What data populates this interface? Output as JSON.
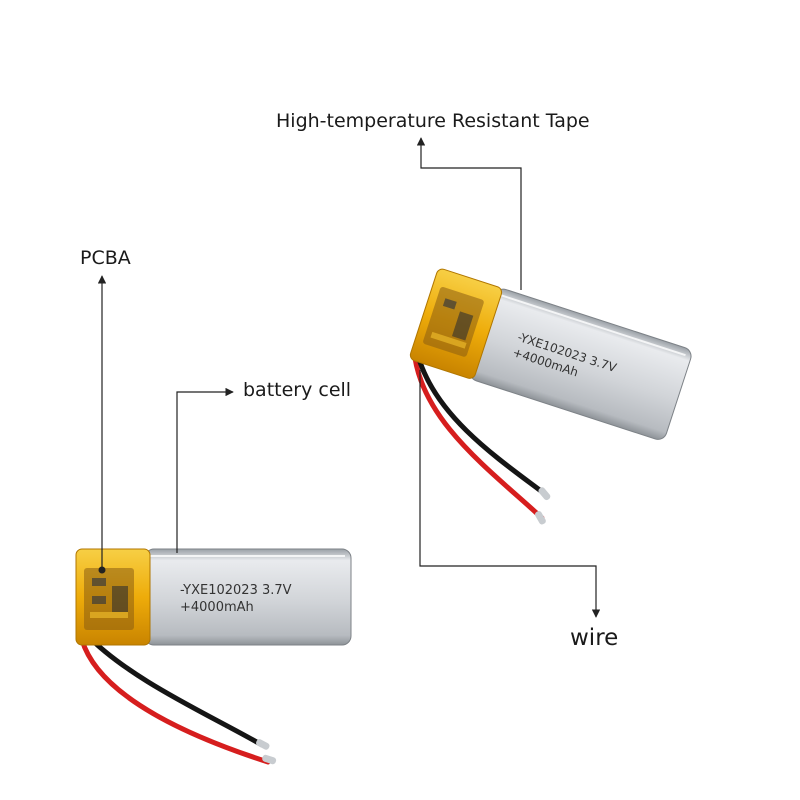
{
  "labels": {
    "tape": "High-temperature Resistant Tape",
    "pcba": "PCBA",
    "cell": "battery cell",
    "wire": "wire"
  },
  "battery": {
    "model": "-YXE102023 3.7V",
    "capacity": "+4000mAh"
  },
  "colors": {
    "tape": "#f0b30c",
    "cell": "#d3d6da",
    "wire_red": "#d61e1e",
    "wire_black": "#151515",
    "pointer": "#222222"
  }
}
